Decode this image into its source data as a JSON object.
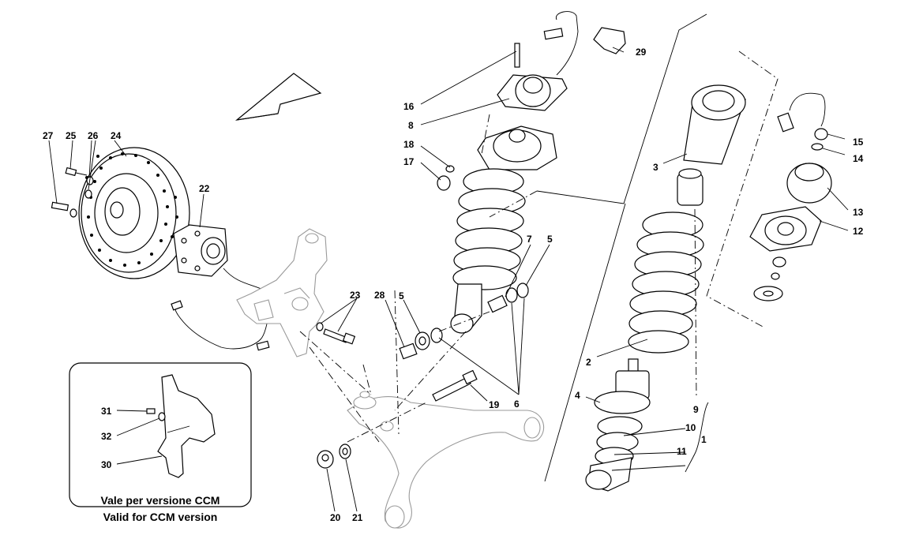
{
  "callouts": {
    "c1": "1",
    "c2": "2",
    "c3": "3",
    "c4": "4",
    "c5a": "5",
    "c5b": "5",
    "c6": "6",
    "c7": "7",
    "c8": "8",
    "c9": "9",
    "c10": "10",
    "c11": "11",
    "c12": "12",
    "c13": "13",
    "c14": "14",
    "c15": "15",
    "c16": "16",
    "c17": "17",
    "c18": "18",
    "c19": "19",
    "c20": "20",
    "c21": "21",
    "c22": "22",
    "c23": "23",
    "c24": "24",
    "c25": "25",
    "c26": "26",
    "c27": "27",
    "c28": "28",
    "c29": "29",
    "c30": "30",
    "c31": "31",
    "c32": "32"
  },
  "inset": {
    "caption_line1": "Vale per versione CCM",
    "caption_line2": "Valid for CCM version"
  }
}
